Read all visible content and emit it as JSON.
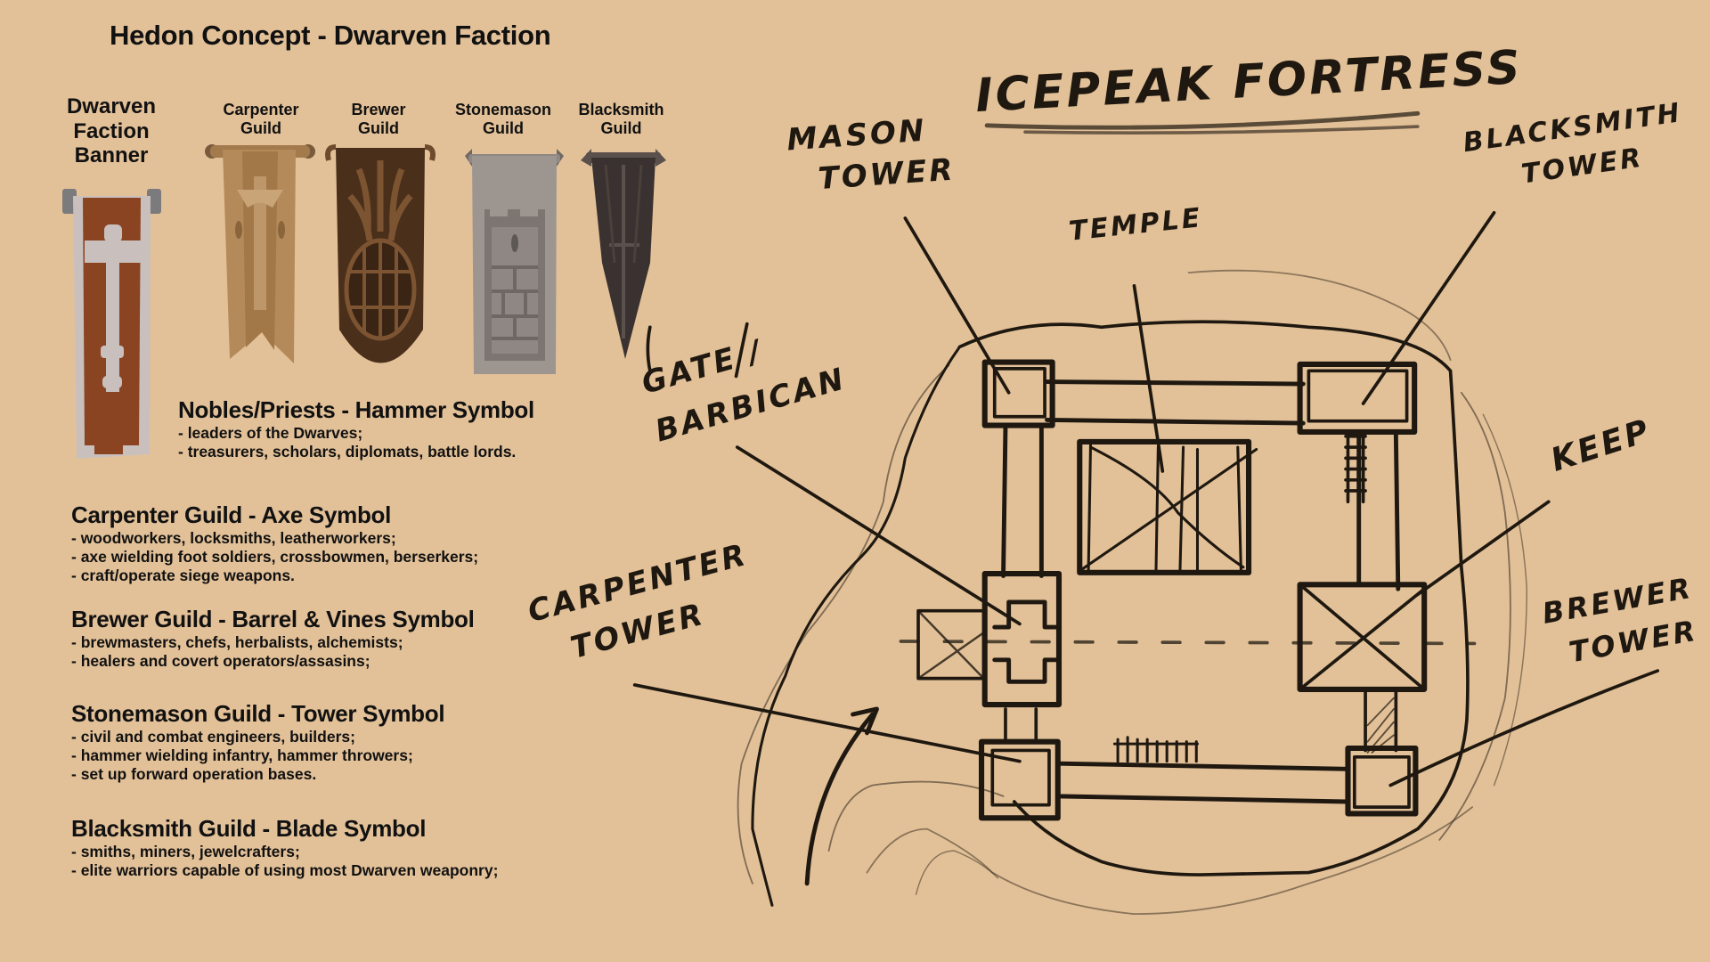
{
  "page": {
    "title": "Hedon Concept - Dwarven Faction",
    "background_color": "#e3c198"
  },
  "banners": [
    {
      "id": "faction",
      "label_lines": [
        "Dwarven",
        "Faction",
        "Banner"
      ],
      "symbol": "hammer-icon",
      "colors": {
        "field": "#8a4422",
        "trim": "#c9c0bd"
      }
    },
    {
      "id": "carpenter",
      "label_lines": [
        "Carpenter",
        "Guild"
      ],
      "symbol": "axe-icon",
      "colors": {
        "field": "#b58a5a",
        "trim": "#9a7046"
      }
    },
    {
      "id": "brewer",
      "label_lines": [
        "Brewer",
        "Guild"
      ],
      "symbol": "barrel-vines-icon",
      "colors": {
        "field": "#4a2f1b",
        "trim": "#7c5431"
      }
    },
    {
      "id": "stonemason",
      "label_lines": [
        "Stonemason",
        "Guild"
      ],
      "symbol": "tower-icon",
      "colors": {
        "field": "#9c9590",
        "trim": "#6e6864"
      }
    },
    {
      "id": "blacksmith",
      "label_lines": [
        "Blacksmith",
        "Guild"
      ],
      "symbol": "blade-icon",
      "colors": {
        "field": "#3a3230",
        "trim": "#5a504c"
      }
    }
  ],
  "sections": [
    {
      "heading": "Nobles/Priests - Hammer Symbol",
      "lines": [
        "- leaders of the Dwarves;",
        "- treasurers, scholars, diplomats, battle lords."
      ]
    },
    {
      "heading": "Carpenter Guild - Axe Symbol",
      "lines": [
        "- woodworkers, locksmiths, leatherworkers;",
        "- axe wielding foot soldiers, crossbowmen, berserkers;",
        "- craft/operate siege weapons."
      ]
    },
    {
      "heading": "Brewer Guild - Barrel & Vines Symbol",
      "lines": [
        "- brewmasters, chefs, herbalists, alchemists;",
        "- healers and covert operators/assasins;"
      ]
    },
    {
      "heading": "Stonemason Guild - Tower Symbol",
      "lines": [
        "- civil and combat engineers, builders;",
        "- hammer wielding infantry, hammer throwers;",
        "- set up forward operation bases."
      ]
    },
    {
      "heading": "Blacksmith Guild - Blade Symbol",
      "lines": [
        "- smiths, miners, jewelcrafters;",
        "- elite warriors capable of using most Dwarven weaponry;"
      ]
    }
  ],
  "map": {
    "title": "ICEPEAK FORTRESS",
    "labels": {
      "mason_tower": [
        "MASON",
        "TOWER"
      ],
      "blacksmith_tower": [
        "BLACKSMITH",
        "TOWER"
      ],
      "temple": "TEMPLE",
      "gate": [
        "GATE /",
        "BARBICAN"
      ],
      "keep": "KEEP",
      "carpenter_tower": [
        "CARPENTER",
        "TOWER"
      ],
      "brewer_tower": [
        "BREWER",
        "TOWER"
      ]
    },
    "ink_color": "#1e1810"
  }
}
